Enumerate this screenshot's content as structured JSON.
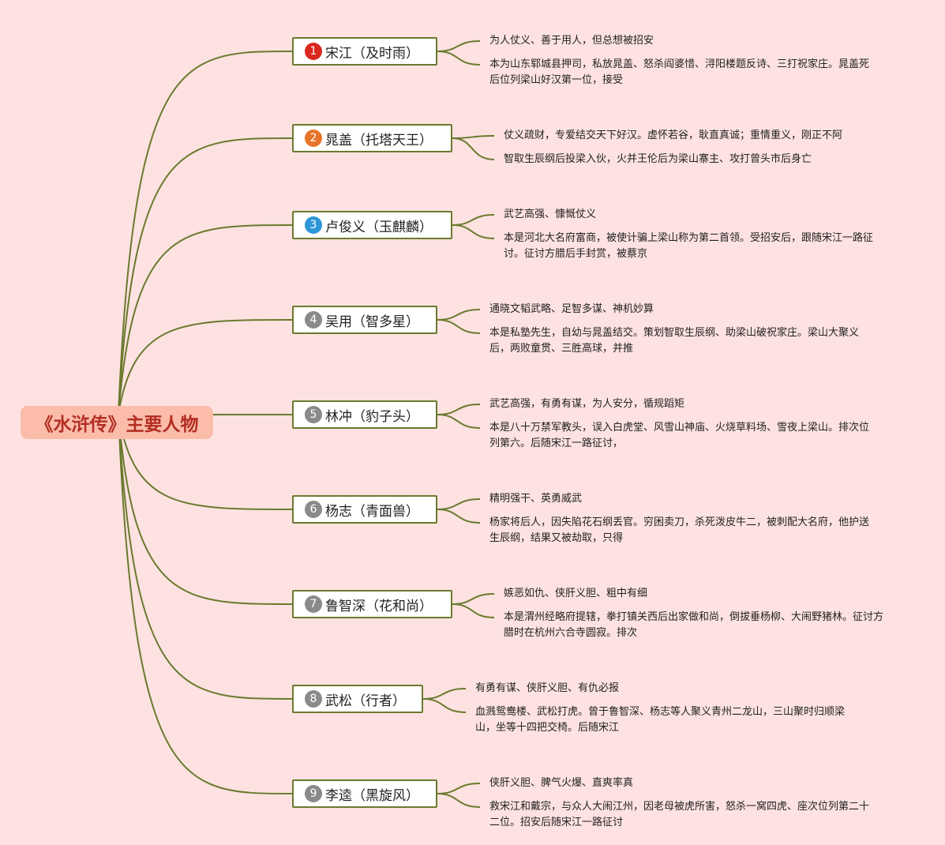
{
  "title": "《水浒传》主要人物",
  "colors": {
    "link": "#6b7a2e",
    "root_bg": "#fbbcaa",
    "root_text": "#b32d22",
    "badge_1": "#d9281e",
    "badge_2": "#e8742a",
    "badge_3": "#2c97d8",
    "badge_gray": "#8a8a8a"
  },
  "characters": [
    {
      "num": "1",
      "name": "宋江（及时雨）",
      "badge": "badge_1",
      "trait": "为人仗义、善于用人，但总想被招安",
      "story": "本为山东郓城县押司，私放晁盖、怒杀阎婆惜、浔阳楼题反诗、三打祝家庄。晁盖死后位列梁山好汉第一位，接受"
    },
    {
      "num": "2",
      "name": "晁盖（托塔天王）",
      "badge": "badge_2",
      "trait": "仗义疏财，专爱结交天下好汉。虚怀若谷，耿直真诚；重情重义，刚正不阿",
      "story": "智取生辰纲后投梁入伙，火并王伦后为梁山寨主、攻打曾头市后身亡"
    },
    {
      "num": "3",
      "name": "卢俊义（玉麒麟）",
      "badge": "badge_3",
      "trait": "武艺高强、慷慨仗义",
      "story": "本是河北大名府富商，被使计骗上梁山称为第二首领。受招安后，跟随宋江一路征讨。征讨方腊后手封赏，被蔡京"
    },
    {
      "num": "4",
      "name": "吴用（智多星）",
      "badge": "badge_gray",
      "trait": "通晓文韬武略、足智多谋、神机妙算",
      "story": "本是私塾先生，自幼与晁盖结交。策划智取生辰纲、助梁山破祝家庄。梁山大聚义后，两败童贯、三胜高球，并推"
    },
    {
      "num": "5",
      "name": "林冲（豹子头）",
      "badge": "badge_gray",
      "trait": "武艺高强，有勇有谋，为人安分，循规蹈矩",
      "story": "本是八十万禁军教头，误入白虎堂、风雪山神庙、火烧草料场、雪夜上梁山。排次位列第六。后随宋江一路征讨，"
    },
    {
      "num": "6",
      "name": "杨志（青面兽）",
      "badge": "badge_gray",
      "trait": "精明强干、英勇威武",
      "story": "杨家将后人，因失陷花石纲丢官。穷困卖刀，杀死泼皮牛二，被刺配大名府，他护送生辰纲，结果又被劫取，只得"
    },
    {
      "num": "7",
      "name": "鲁智深（花和尚）",
      "badge": "badge_gray",
      "trait": "嫉恶如仇、侠肝义胆、粗中有细",
      "story": "本是渭州经略府提辖，拳打镇关西后出家做和尚，倒拔垂杨柳、大闹野猪林。征讨方腊时在杭州六合寺圆寂。排次"
    },
    {
      "num": "8",
      "name": "武松（行者）",
      "badge": "badge_gray",
      "trait": "有勇有谋、侠肝义胆、有仇必报",
      "story": "血溅鸳鸯楼、武松打虎。曾于鲁智深、杨志等人聚义青州二龙山，三山聚时归顺梁山，坐等十四把交椅。后随宋江"
    },
    {
      "num": "9",
      "name": "李逵（黑旋风）",
      "badge": "badge_gray",
      "trait": "侠肝义胆、脾气火爆、直爽率真",
      "story": "救宋江和戴宗，与众人大闹江州，因老母被虎所害，怒杀一窝四虎、座次位列第二十二位。招安后随宋江一路征讨"
    }
  ]
}
